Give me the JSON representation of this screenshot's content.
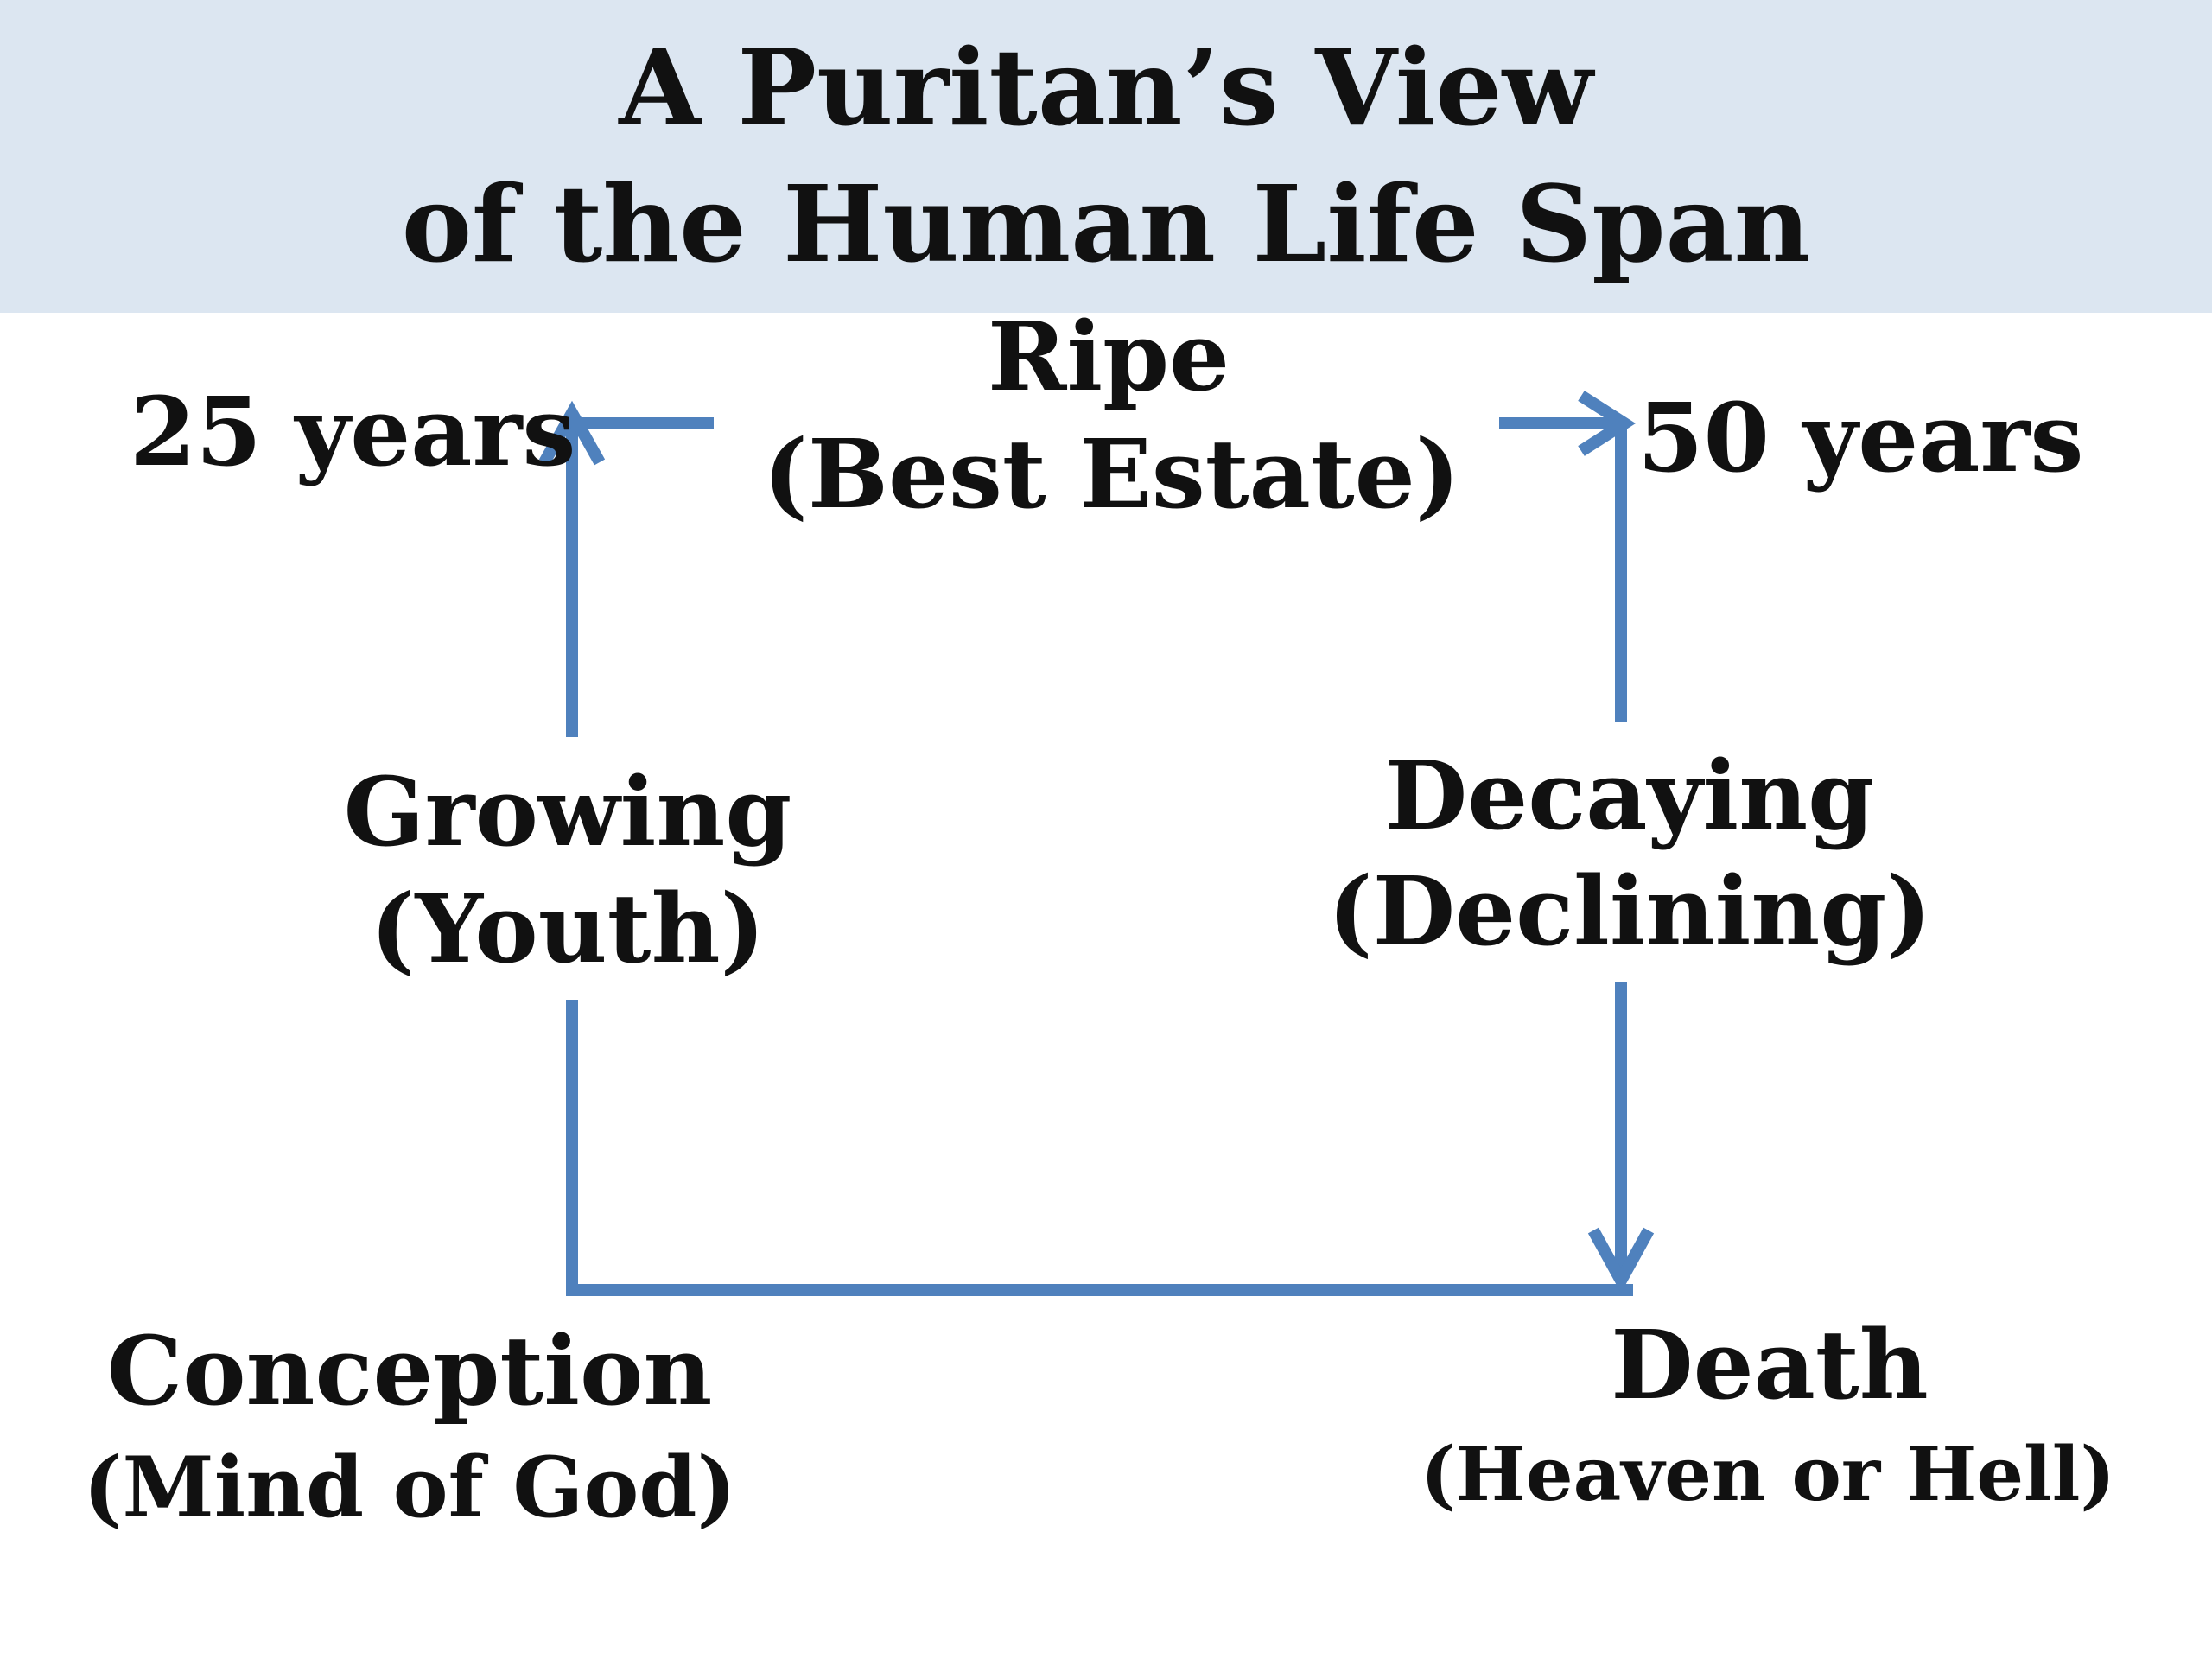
{
  "title": {
    "line1": "A Puritan’s View",
    "line2": "of the Human Life Span"
  },
  "nodes": {
    "ripe": {
      "name": "Ripe",
      "note": "(Best Estate)"
    },
    "age_25": "25 years",
    "age_50": "50 years",
    "growing": {
      "name": "Growing",
      "note": "(Youth)"
    },
    "decaying": {
      "name": "Decaying",
      "note": "(Declining)"
    },
    "conception": {
      "name": "Conception",
      "note": "(Mind of God)"
    },
    "death": {
      "name": "Death",
      "note": "(Heaven or Hell)"
    }
  },
  "colors": {
    "arrow": "#4f81bd",
    "title_band": "#dce6f1"
  }
}
